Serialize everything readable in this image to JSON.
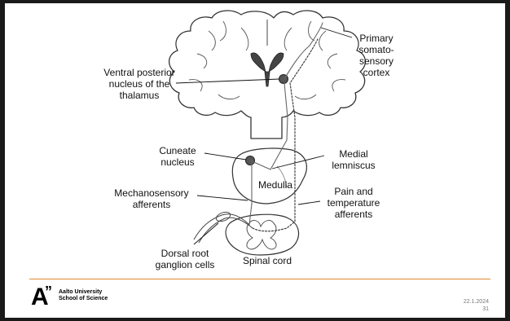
{
  "labels": {
    "primary_cortex": [
      "Primary",
      "somato-",
      "sensory",
      "cortex"
    ],
    "vpn": [
      "Ventral posterior",
      "nucleus of the",
      "thalamus"
    ],
    "cuneate": [
      "Cuneate",
      "nucleus"
    ],
    "medial": [
      "Medial",
      "lemniscus"
    ],
    "medulla": "Medulla",
    "mechano": [
      "Mechanosensory",
      "afferents"
    ],
    "pain": [
      "Pain and",
      "temperature",
      "afferents"
    ],
    "dorsal": [
      "Dorsal root",
      "ganglion cells"
    ],
    "spinal": "Spinal cord"
  },
  "footer": {
    "logo_letter": "A",
    "logo_mark": "”",
    "university": "Aalto University",
    "school": "School of Science",
    "date": "22.1.2024",
    "page": "31",
    "accent_color": "#e08a2f"
  },
  "colors": {
    "outline": "#333333",
    "brain_fill": "#ffffff",
    "ventricle": "#444444",
    "nucleus": "#555555"
  }
}
